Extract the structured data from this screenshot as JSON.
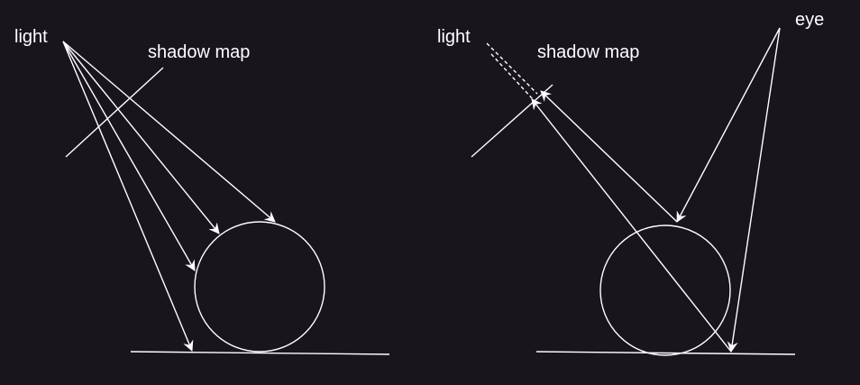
{
  "diagram": {
    "background": "#18151c",
    "stroke_color": "#ffffff",
    "left_panel": {
      "light_label": "light",
      "shadow_map_label": "shadow map"
    },
    "right_panel": {
      "light_label": "light",
      "shadow_map_label": "shadow map",
      "eye_label": "eye"
    }
  }
}
